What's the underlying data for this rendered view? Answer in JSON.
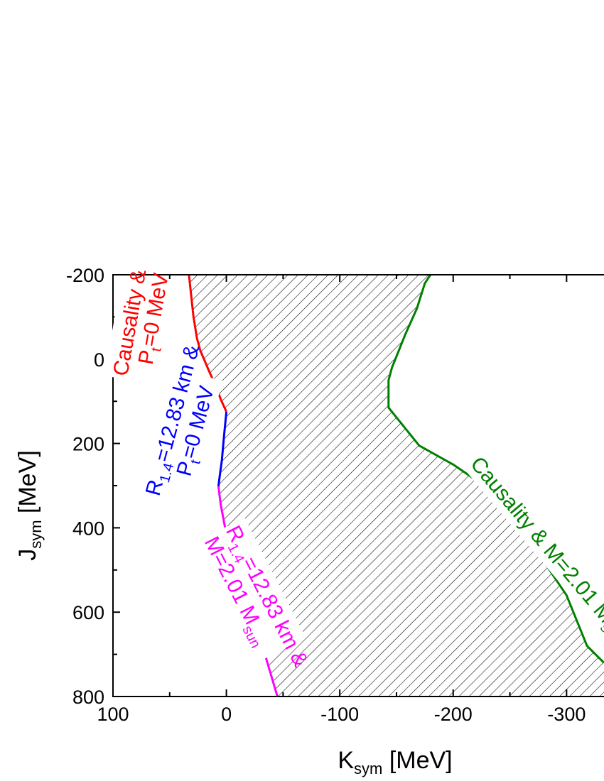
{
  "chart_data": {
    "type": "area",
    "xlabel_main": "K",
    "xlabel_sub": "sym",
    "xlabel_unit": " [MeV]",
    "ylabel_main": "J",
    "ylabel_sub": "sym",
    "ylabel_unit": " [MeV]",
    "xlim": [
      100,
      -333
    ],
    "ylim": [
      -200,
      800
    ],
    "x_ticks": [
      100,
      0,
      -100,
      -200,
      -300
    ],
    "y_ticks": [
      -200,
      0,
      200,
      400,
      600,
      800
    ],
    "x_tick_labels": [
      "100",
      "0",
      "-100",
      "-200",
      "-300"
    ],
    "y_tick_labels": [
      "-200",
      "0",
      "200",
      "400",
      "600",
      "800"
    ],
    "fill": "diagonal hatch",
    "series": [
      {
        "color": "#ff0000",
        "points": [
          [
            33,
            -200
          ],
          [
            31,
            -150
          ],
          [
            29,
            -100
          ],
          [
            26,
            -50
          ],
          [
            23,
            -20
          ],
          [
            19,
            5
          ],
          [
            15,
            30
          ],
          [
            10,
            60
          ],
          [
            5,
            95
          ],
          [
            0,
            125
          ]
        ]
      },
      {
        "color": "#0000ff",
        "points": [
          [
            0,
            125
          ],
          [
            2,
            180
          ],
          [
            4,
            240
          ],
          [
            6,
            280
          ],
          [
            7,
            302
          ]
        ]
      },
      {
        "color": "#ff00ff",
        "points": [
          [
            7,
            302
          ],
          [
            5,
            345
          ],
          [
            -1,
            430
          ],
          [
            -10,
            500
          ],
          [
            -22,
            600
          ],
          [
            -34,
            700
          ],
          [
            -45,
            800
          ]
        ]
      },
      {
        "color": "#008000",
        "points": [
          [
            -180,
            -200
          ],
          [
            -175,
            -180
          ],
          [
            -168,
            -120
          ],
          [
            -158,
            -60
          ],
          [
            -152,
            -20
          ],
          [
            -146,
            20
          ],
          [
            -143,
            50
          ],
          [
            -143,
            115
          ],
          [
            -170,
            205
          ],
          [
            -200,
            250
          ],
          [
            -230,
            305
          ],
          [
            -255,
            390
          ],
          [
            -280,
            480
          ],
          [
            -300,
            560
          ],
          [
            -318,
            680
          ],
          [
            -333,
            720
          ]
        ]
      }
    ],
    "annotations": [
      {
        "id": "causality-pt",
        "color": "#ff0000",
        "lines": [
          [
            "Causality &",
            ""
          ],
          [
            "P",
            "t",
            "=0 MeV"
          ]
        ]
      },
      {
        "id": "r14-pt",
        "color": "#0000ff",
        "lines": [
          [
            "R",
            "1.4",
            "=12.83 km &"
          ],
          [
            "P",
            "t",
            "=0 MeV"
          ]
        ]
      },
      {
        "id": "r14-m",
        "color": "#ff00ff",
        "lines": [
          [
            "R",
            "1.4",
            "=12.83 km &"
          ],
          [
            "M=2.01 M",
            "sun",
            ""
          ]
        ]
      },
      {
        "id": "causality-m",
        "color": "#008000",
        "lines": [
          [
            "Causality & M=2.01 M",
            "sun",
            ""
          ]
        ]
      }
    ]
  }
}
